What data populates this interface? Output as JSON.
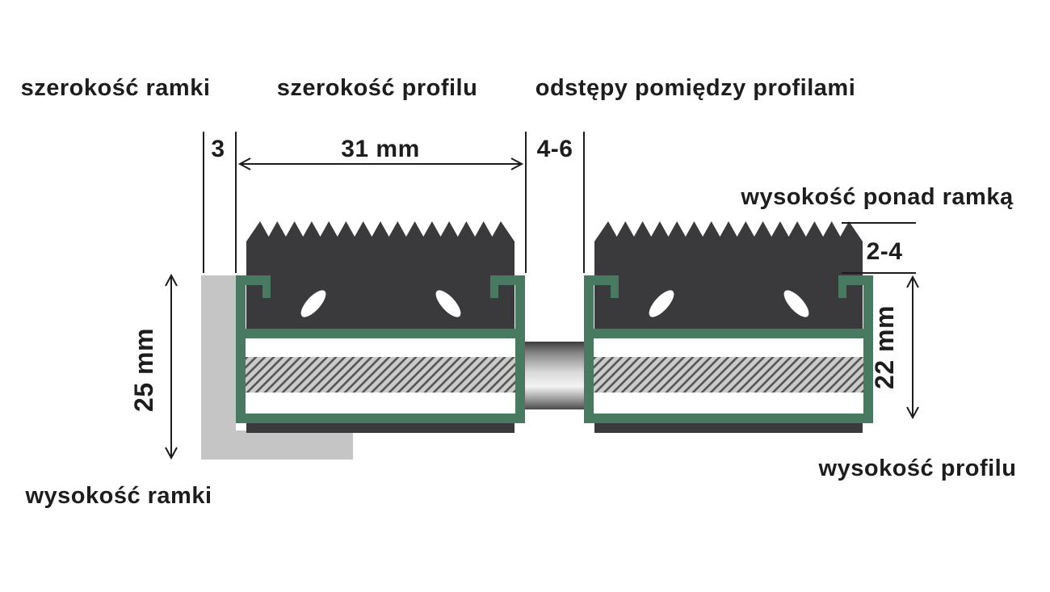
{
  "diagram": {
    "top_labels": {
      "frame_width": "szerokość ramki",
      "profile_width": "szerokość profilu",
      "profile_spacing": "odstępy pomiędzy profilami"
    },
    "side_labels": {
      "height_above_frame": "wysokość ponad ramką",
      "frame_height": "wysokość ramki",
      "profile_height": "wysokość profilu"
    },
    "dimensions": {
      "frame_width": "3",
      "profile_width": "31 mm",
      "profile_spacing": "4-6",
      "height_above_frame": "2-4",
      "frame_height": "25 mm",
      "profile_height": "22 mm"
    }
  },
  "colors": {
    "ink": "#1d1d1d",
    "green": "#477a61",
    "dark": "#3a3a3c",
    "gray": "#c5c5c5",
    "hatchbg": "#cbcbcb",
    "hatchline": "#565656"
  }
}
